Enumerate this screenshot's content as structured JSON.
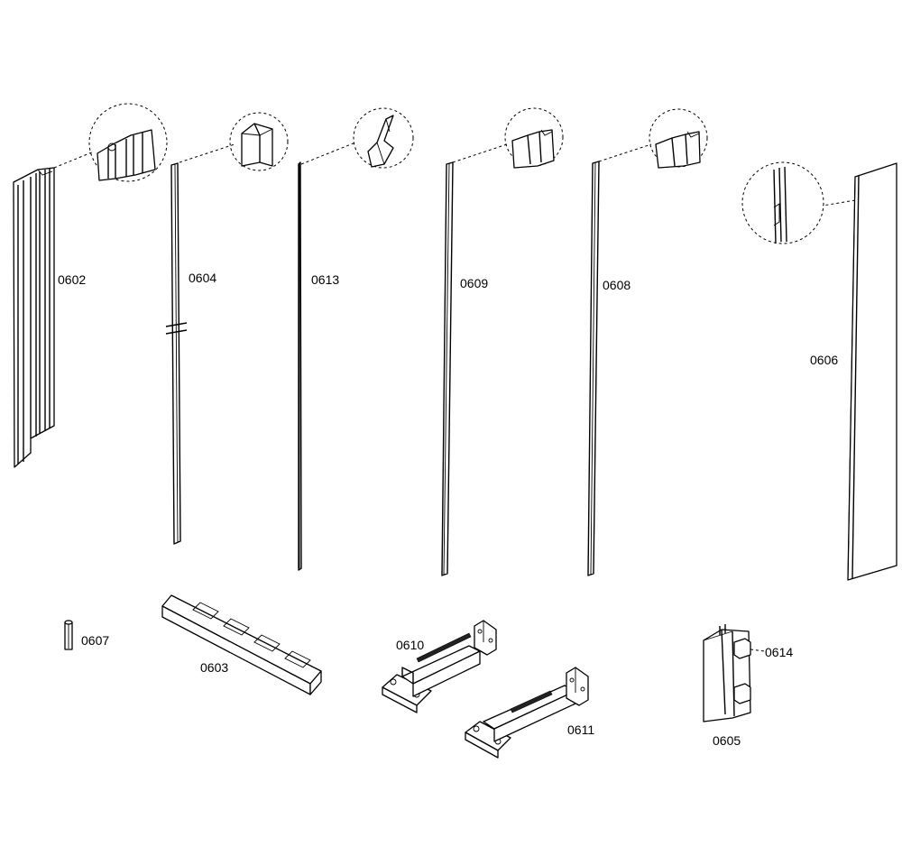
{
  "labels": {
    "p0602": "0602",
    "p0604": "0604",
    "p0613": "0613",
    "p0609": "0609",
    "p0608": "0608",
    "p0606": "0606",
    "p0607": "0607",
    "p0603": "0603",
    "p0610": "0610",
    "p0611": "0611",
    "p0614": "0614",
    "p0605": "0605"
  }
}
